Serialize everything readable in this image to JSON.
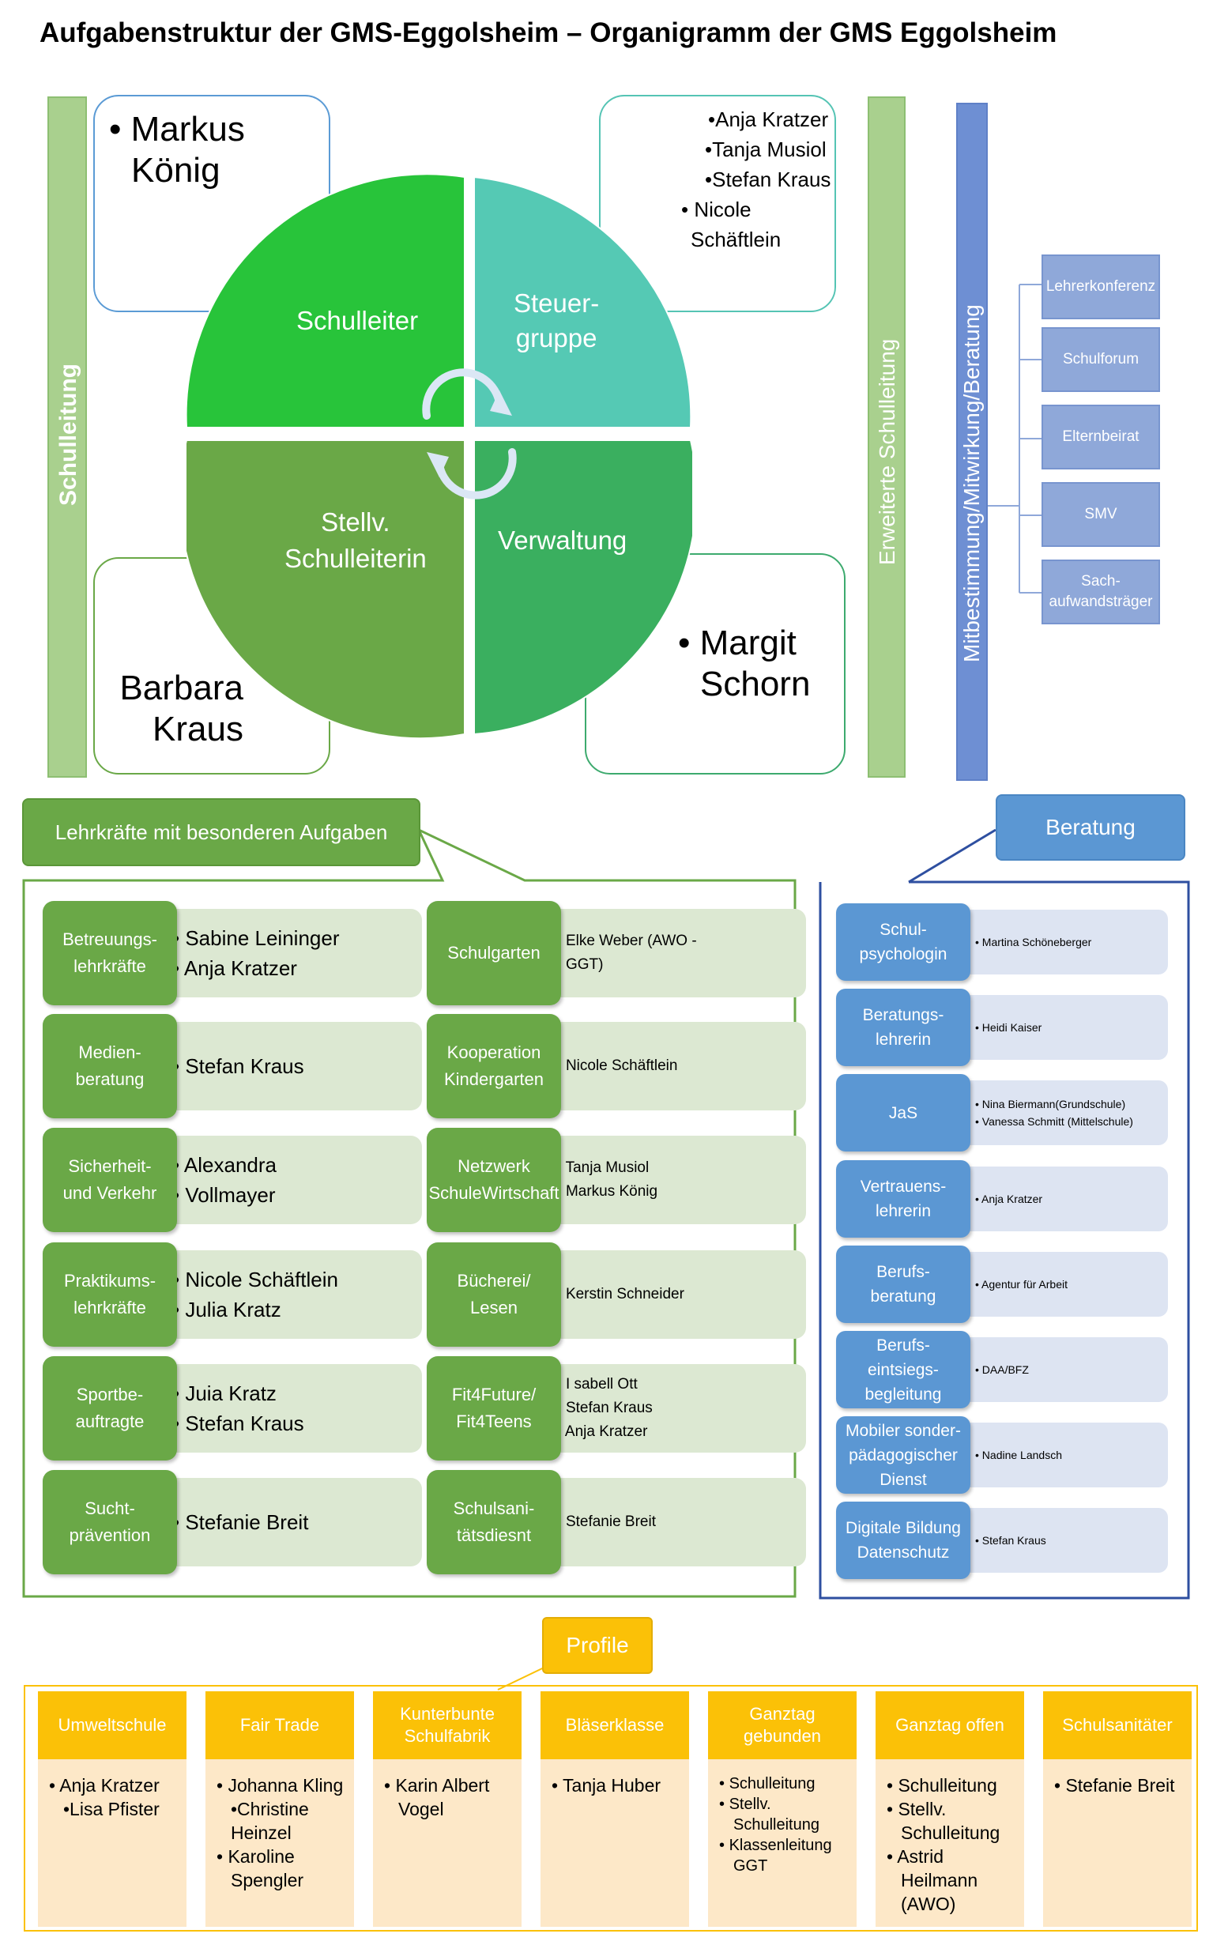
{
  "title": "Aufgabenstruktur der GMS-Eggolsheim – Organigramm der GMS Eggolsheim",
  "top": {
    "left_bar": "Schulleitung",
    "right_bar": "Erweiterte Schulleitung",
    "far_bar": "Mitbestimmung/Mitwirkung/Beratung",
    "quadrants": {
      "q1": "Schulleiter",
      "q2_line1": "Steuer-",
      "q2_line2": "gruppe",
      "q3_line1": "Stellv.",
      "q3_line2": "Schulleiterin",
      "q4": "Verwaltung"
    },
    "names": {
      "schulleiter": [
        "Markus",
        "König"
      ],
      "steuergruppe": [
        "•Anja Kratzer",
        "•Tanja Musiol",
        "•Stefan Kraus",
        "• Nicole",
        "Schäftlein"
      ],
      "stellv": [
        "• Barbara",
        "Kraus"
      ],
      "verwaltung": [
        "• Margit",
        "Schorn"
      ]
    },
    "gremien": [
      "Lehrerkonferenz",
      "Schulforum",
      "Elternbeirat",
      "SMV",
      "Sach-",
      "aufwandsträger"
    ]
  },
  "lehrkraefte": {
    "header": "Lehrkräfte mit besonderen Aufgaben",
    "left": [
      {
        "label1": "Betreuungs-",
        "label2": "lehrkräfte",
        "names": [
          "Sabine Leininger",
          "Anja Kratzer"
        ]
      },
      {
        "label1": "Medien-",
        "label2": "beratung",
        "names": [
          "Stefan Kraus"
        ]
      },
      {
        "label1": "Sicherheit-",
        "label2": "und Verkehr",
        "names": [
          "Alexandra",
          "Vollmayer"
        ]
      },
      {
        "label1": "Praktikums-",
        "label2": "lehrkräfte",
        "names": [
          "Nicole Schäftlein",
          "Julia Kratz"
        ]
      },
      {
        "label1": "Sportbe-",
        "label2": "auftragte",
        "names": [
          "Juia Kratz",
          "Stefan Kraus"
        ]
      },
      {
        "label1": "Sucht-",
        "label2": "prävention",
        "names": [
          "Stefanie Breit"
        ]
      }
    ],
    "right": [
      {
        "label1": "Schulgarten",
        "label2": "",
        "names": [
          "Elke Weber (AWO -",
          "GGT)"
        ]
      },
      {
        "label1": "Kooperation",
        "label2": "Kindergarten",
        "names": [
          "Nicole Schäftlein"
        ]
      },
      {
        "label1": "Netzwerk",
        "label2": "SchuleWirtschaft",
        "names": [
          "Tanja Musiol",
          "Markus König"
        ]
      },
      {
        "label1": "Bücherei/",
        "label2": "Lesen",
        "names": [
          "Kerstin Schneider"
        ]
      },
      {
        "label1": "Fit4Future/",
        "label2": "Fit4Teens",
        "names": [
          "I sabell Ott",
          "Stefan Kraus",
          "Anja Kratzer"
        ]
      },
      {
        "label1": "Schulsani-",
        "label2": "tätsdiesnt",
        "names": [
          "Stefanie Breit"
        ]
      }
    ]
  },
  "beratung": {
    "header": "Beratung",
    "rows": [
      {
        "label1": "Schul-",
        "label2": "psychologin",
        "label3": "",
        "names": [
          "Martina Schöneberger"
        ]
      },
      {
        "label1": "Beratungs-",
        "label2": "lehrerin",
        "label3": "",
        "names": [
          "Heidi Kaiser"
        ]
      },
      {
        "label1": "JaS",
        "label2": "",
        "label3": "",
        "names": [
          "Nina Biermann(Grundschule)",
          "Vanessa Schmitt (Mittelschule)"
        ]
      },
      {
        "label1": "Vertrauens-",
        "label2": "lehrerin",
        "label3": "",
        "names": [
          "Anja Kratzer"
        ]
      },
      {
        "label1": "Berufs-",
        "label2": "beratung",
        "label3": "",
        "names": [
          "Agentur für Arbeit"
        ]
      },
      {
        "label1": "Berufs-",
        "label2": "eintsiegs-",
        "label3": "begleitung",
        "names": [
          "DAA/BFZ"
        ]
      },
      {
        "label1": "Mobiler sonder-",
        "label2": "pädagogischer",
        "label3": "Dienst",
        "names": [
          "Nadine Landsch"
        ]
      },
      {
        "label1": "Digitale Bildung",
        "label2": "Datenschutz",
        "label3": "",
        "names": [
          "Stefan Kraus"
        ]
      }
    ]
  },
  "profile": {
    "header": "Profile",
    "columns": [
      {
        "head1": "Umweltschule",
        "head2": "",
        "items": [
          {
            "t": "Anja Kratzer",
            "b": true
          },
          {
            "t": "•Lisa Pfister",
            "b": false
          }
        ]
      },
      {
        "head1": "Fair Trade",
        "head2": "",
        "items": [
          {
            "t": "Johanna Kling",
            "b": true
          },
          {
            "t": "•Christine Heinzel",
            "b": false
          },
          {
            "t": "Karoline Spengler",
            "b": true
          }
        ]
      },
      {
        "head1": "Kunterbunte",
        "head2": "Schulfabrik",
        "items": [
          {
            "t": "Karin Albert Vogel",
            "b": true
          }
        ]
      },
      {
        "head1": "Bläserklasse",
        "head2": "",
        "items": [
          {
            "t": "Tanja Huber",
            "b": true
          }
        ]
      },
      {
        "head1": "Ganztag",
        "head2": "gebunden",
        "items": [
          {
            "t": "Schulleitung",
            "b": true
          },
          {
            "t": "Stellv. Schulleitung",
            "b": true
          },
          {
            "t": "Klassenleitung GGT",
            "b": true
          }
        ]
      },
      {
        "head1": "Ganztag offen",
        "head2": "",
        "items": [
          {
            "t": "Schulleitung",
            "b": true
          },
          {
            "t": "Stellv. Schulleitung",
            "b": true
          },
          {
            "t": "Astrid Heilmann (AWO)",
            "b": true
          }
        ]
      },
      {
        "head1": "Schulsanitäter",
        "head2": "",
        "items": [
          {
            "t": "Stefanie Breit",
            "b": true
          }
        ]
      }
    ]
  }
}
